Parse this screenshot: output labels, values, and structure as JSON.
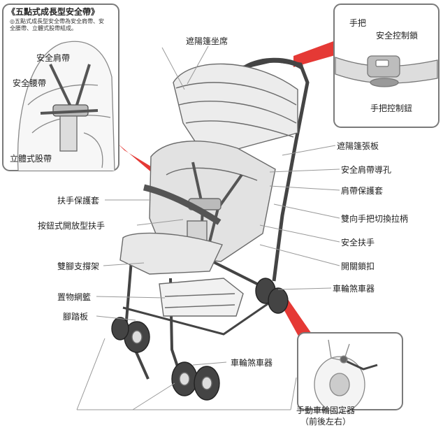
{
  "inset_harness": {
    "title": "《五點式成長型安全帶》",
    "note": "◎五點式成長型安全帶為安全肩帶、安全腰帶、立體式股帶組成。",
    "labels": {
      "shoulder_belt": "安全肩帶",
      "waist_belt": "安全腰帶",
      "crotch_belt": "立體式股帶"
    }
  },
  "inset_handle": {
    "labels": {
      "handle": "手把",
      "safety_lock": "安全控制鎖",
      "handle_button": "手把控制鈕"
    }
  },
  "labels": {
    "canopy_seat": "遮陽篷坐席",
    "canopy_panel": "遮陽篷張板",
    "shoulder_belt_hole": "安全肩帶導孔",
    "shoulder_pad": "肩帶保護套",
    "reversible_handle_lever": "雙向手把切換拉柄",
    "safety_armrest": "安全扶手",
    "fold_lock": "開關鎖扣",
    "wheel_brake_right": "車輪煞車器",
    "armrest_cover": "扶手保護套",
    "push_button_armrest": "按鈕式開放型扶手",
    "dual_support": "雙腳支撐架",
    "basket": "置物網籃",
    "footrest": "腳踏板",
    "wheel_brake_bottom": "車輪煞車器",
    "wheel_lock": "手動車輪固定器",
    "wheel_lock_sub": "（前後左右）"
  }
}
